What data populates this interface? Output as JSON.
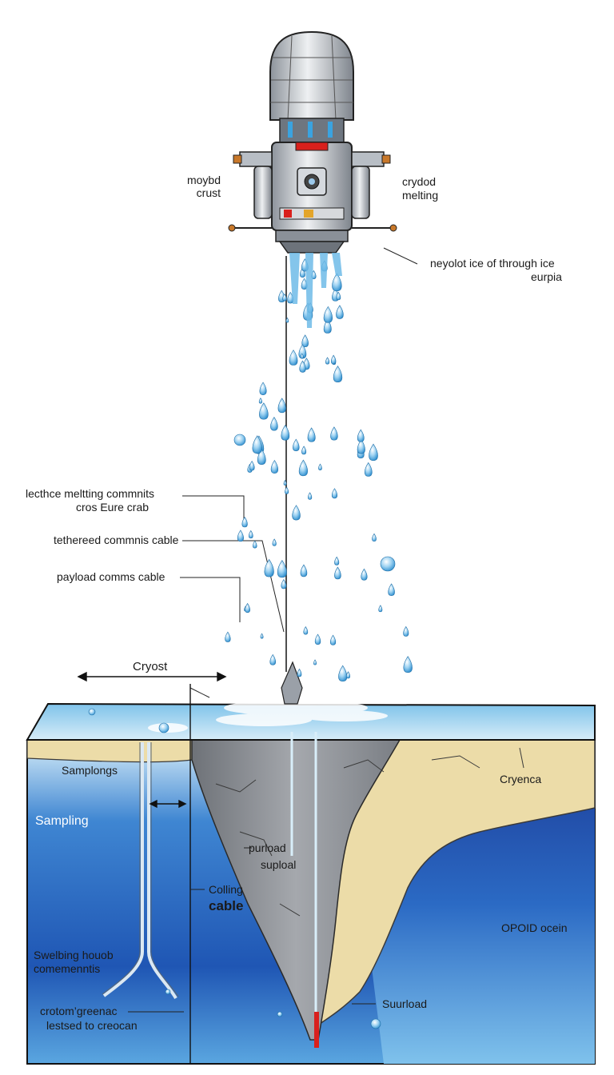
{
  "labels": {
    "top_left_1": "moybd",
    "top_left_2": "crust",
    "top_right_1": "crydod",
    "top_right_2": "melting",
    "right_callout_1": "neyolot ice of through ice",
    "right_callout_2": "eurpia",
    "left_callout_1a": "lecthce  meltting commnits",
    "left_callout_1b": "cros Eure crab",
    "left_callout_2": "tethereed commnis cable",
    "left_callout_3": "payload comms cable",
    "cryost": "Cryost",
    "samplongs": "Samplongs",
    "sampling": "Sampling",
    "cryenca": "Cryenca",
    "purload": "purload",
    "suploal": "suploal",
    "colling": "Colling",
    "cable": "cable",
    "opoid": "OPOID ocein",
    "swelbing_1": "Swelbing houob",
    "swelbing_2": "comemenntis",
    "croton_1": "crotom’greenac",
    "croton_2": "lestsed to creocan",
    "suurload": "Suurload"
  },
  "colors": {
    "ocean_top": "#cfe8f7",
    "ocean_mid": "#2a6cc0",
    "ocean_deep": "#1c3c98",
    "ice_crust": "#ecdca8",
    "melt_channel": "#8a8c90",
    "water_drop": "#2f8fcf",
    "probe_metal": "#c9cdd3",
    "probe_tip": "#d9201c"
  },
  "icons": [
    "cryobot-probe-icon",
    "water-droplet-icon",
    "double-arrow-icon"
  ]
}
